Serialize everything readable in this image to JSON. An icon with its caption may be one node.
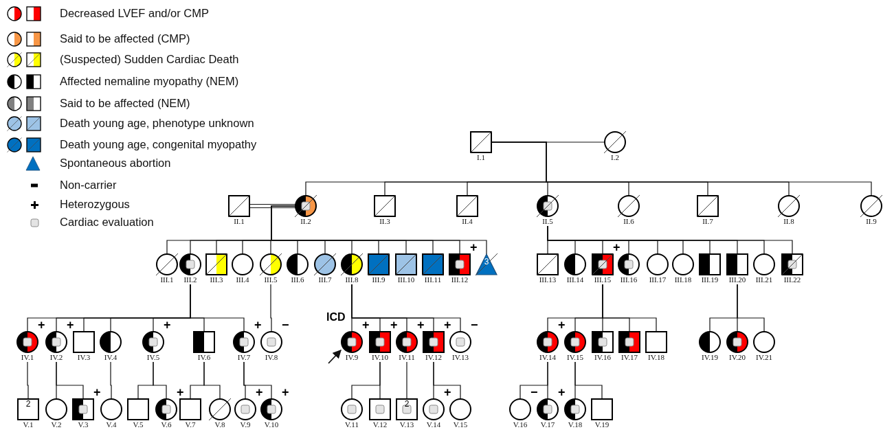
{
  "diagram": {
    "nodes": [
      {
        "text": [],
        "shape": "square",
        "beside": [
          "I.1"
        ]
      },
      {
        "text": [],
        "shape": "circle",
        "beside": [
          "I.2"
        ]
      },
      {
        "text": [],
        "shape": "square",
        "beside": [
          "II.1"
        ]
      },
      {
        "text": [],
        "shape": "circle",
        "beside": [
          "II.2"
        ]
      },
      {
        "text": [],
        "shape": "square",
        "beside": [
          "II.3"
        ]
      },
      {
        "text": [],
        "shape": "square",
        "beside": [
          "II.4"
        ]
      },
      {
        "text": [],
        "shape": "circle",
        "beside": [
          "II.5"
        ]
      },
      {
        "text": [],
        "shape": "circle",
        "beside": [
          "II.6"
        ]
      },
      {
        "text": [],
        "shape": "square",
        "beside": [
          "II.7"
        ]
      },
      {
        "text": [],
        "shape": "circle",
        "beside": [
          "II.8"
        ]
      },
      {
        "text": [],
        "shape": "circle",
        "beside": [
          "II.9"
        ]
      },
      {
        "text": [],
        "shape": "circle",
        "beside": [
          "III.1"
        ]
      },
      {
        "text": [],
        "shape": "circle",
        "beside": [
          "III.2"
        ]
      },
      {
        "text": [],
        "shape": "square",
        "beside": [
          "III.3"
        ]
      },
      {
        "text": [],
        "shape": "circle",
        "beside": [
          "III.4"
        ]
      },
      {
        "text": [],
        "shape": "circle",
        "beside": [
          "III.5"
        ]
      },
      {
        "text": [],
        "shape": "circle",
        "beside": [
          "III.6"
        ]
      },
      {
        "text": [],
        "shape": "circle",
        "beside": [
          "III.7"
        ]
      },
      {
        "text": [],
        "shape": "circle",
        "beside": [
          "III.8"
        ]
      },
      {
        "text": [],
        "shape": "square",
        "beside": [
          "III.9"
        ]
      },
      {
        "text": [],
        "shape": "square",
        "beside": [
          "III.10"
        ]
      },
      {
        "text": [],
        "shape": "square",
        "beside": [
          "III.11"
        ]
      },
      {
        "text": [],
        "shape": "square",
        "beside": [
          "III.12",
          "+"
        ]
      },
      {
        "text": [
          "3"
        ]
      },
      {
        "text": [],
        "shape": "square",
        "beside": [
          "III.13"
        ]
      },
      {
        "text": [],
        "shape": "circle",
        "beside": [
          "III.14"
        ]
      },
      {
        "text": [],
        "shape": "square",
        "beside": [
          "III.15",
          "+"
        ]
      },
      {
        "text": [],
        "shape": "circle",
        "beside": [
          "III.16"
        ]
      },
      {
        "text": [],
        "shape": "circle",
        "beside": [
          "III.17"
        ]
      },
      {
        "text": [],
        "shape": "circle",
        "beside": [
          "III.18"
        ]
      },
      {
        "text": [],
        "shape": "square",
        "beside": [
          "III.19"
        ]
      },
      {
        "text": [],
        "shape": "square",
        "beside": [
          "III.20"
        ]
      },
      {
        "text": [],
        "shape": "circle",
        "beside": [
          "III.21"
        ]
      },
      {
        "text": [],
        "shape": "square",
        "beside": [
          "III.22"
        ]
      },
      {
        "text": [],
        "shape": "circle",
        "beside": [
          "IV.1",
          "+"
        ]
      },
      {
        "text": [],
        "shape": "circle",
        "beside": [
          "IV.2",
          "+"
        ]
      },
      {
        "text": [],
        "shape": "square",
        "beside": [
          "IV.3"
        ]
      },
      {
        "text": [],
        "shape": "circle",
        "beside": [
          "IV.4"
        ]
      },
      {
        "text": [],
        "shape": "circle",
        "beside": [
          "IV.5",
          "+"
        ]
      },
      {
        "text": [],
        "shape": "square",
        "beside": [
          "IV.6"
        ]
      },
      {
        "text": [],
        "shape": "circle",
        "beside": [
          "IV.7",
          "+"
        ]
      },
      {
        "text": [],
        "shape": "circle",
        "beside": [
          "IV.8",
          "−"
        ]
      },
      {
        "text": [],
        "shape": "circle",
        "beside": [
          "IV.9",
          "+",
          "ICD"
        ]
      },
      {
        "text": [],
        "shape": "square",
        "beside": [
          "IV.10",
          "+"
        ]
      },
      {
        "text": [],
        "shape": "circle",
        "beside": [
          "IV.11",
          "+"
        ]
      },
      {
        "text": [],
        "shape": "square",
        "beside": [
          "IV.12",
          "+"
        ]
      },
      {
        "text": [],
        "shape": "circle",
        "beside": [
          "IV.13",
          "−"
        ]
      },
      {
        "text": [],
        "shape": "circle",
        "beside": [
          "IV.14",
          "+"
        ]
      },
      {
        "text": [],
        "shape": "circle",
        "beside": [
          "IV.15"
        ]
      },
      {
        "text": [],
        "shape": "square",
        "beside": [
          "IV.16"
        ]
      },
      {
        "text": [],
        "shape": "square",
        "beside": [
          "IV.17"
        ]
      },
      {
        "text": [],
        "shape": "square",
        "beside": [
          "IV.18"
        ]
      },
      {
        "text": [],
        "shape": "circle",
        "beside": [
          "IV.19"
        ]
      },
      {
        "text": [],
        "shape": "circle",
        "beside": [
          "IV.20"
        ]
      },
      {
        "text": [],
        "shape": "circle",
        "beside": [
          "IV.21"
        ]
      },
      {
        "text": [
          "2"
        ],
        "beside": [
          "V.1"
        ]
      },
      {
        "text": [],
        "shape": "circle",
        "beside": [
          "V.2"
        ]
      },
      {
        "text": [],
        "shape": "square",
        "beside": [
          "V.3",
          "+"
        ]
      },
      {
        "text": [],
        "shape": "circle",
        "beside": [
          "V.4"
        ]
      },
      {
        "text": [],
        "shape": "square",
        "beside": [
          "V.5"
        ]
      },
      {
        "text": [],
        "shape": "circle",
        "beside": [
          "V.6",
          "+"
        ]
      },
      {
        "text": [],
        "shape": "square",
        "beside": [
          "V.7"
        ]
      },
      {
        "text": [],
        "shape": "circle",
        "beside": [
          "V.8"
        ]
      },
      {
        "text": [],
        "shape": "circle",
        "beside": [
          "V.9",
          "+"
        ]
      },
      {
        "text": [],
        "shape": "circle",
        "beside": [
          "V.10",
          "+"
        ]
      },
      {
        "text": [],
        "shape": "circle",
        "beside": [
          "V.11"
        ]
      },
      {
        "text": [],
        "shape": "square",
        "beside": [
          "V.12"
        ]
      },
      {
        "text": [
          "2"
        ],
        "beside": [
          "V.13"
        ]
      },
      {
        "text": [],
        "shape": "circle",
        "beside": [
          "V.14",
          "+"
        ]
      },
      {
        "text": [],
        "shape": "circle",
        "beside": [
          "V.15"
        ]
      },
      {
        "text": [],
        "shape": "circle",
        "beside": [
          "V.16",
          "−"
        ]
      },
      {
        "text": [],
        "shape": "circle",
        "beside": [
          "V.17",
          "+"
        ]
      },
      {
        "text": [],
        "shape": "circle",
        "beside": [
          "V.18"
        ]
      },
      {
        "text": [],
        "shape": "square",
        "beside": [
          "V.19"
        ]
      }
    ],
    "edges": [
      {
        "from": 0,
        "to": 1,
        "arrow": "none"
      },
      {
        "from": 2,
        "to": 3,
        "arrow": "none"
      },
      {
        "from": 0,
        "to": 3,
        "arrow": "none"
      },
      {
        "from": 0,
        "to": 4,
        "arrow": "none"
      },
      {
        "from": 0,
        "to": 5,
        "arrow": "none"
      },
      {
        "from": 0,
        "to": 6,
        "arrow": "none"
      },
      {
        "from": 0,
        "to": 7,
        "arrow": "none"
      },
      {
        "from": 0,
        "to": 8,
        "arrow": "none"
      },
      {
        "from": 0,
        "to": 9,
        "arrow": "none"
      },
      {
        "from": 0,
        "to": 10,
        "arrow": "none"
      },
      {
        "from": 3,
        "to": 11,
        "arrow": "none"
      },
      {
        "from": 3,
        "to": 12,
        "arrow": "none"
      },
      {
        "from": 3,
        "to": 13,
        "arrow": "none"
      },
      {
        "from": 3,
        "to": 14,
        "arrow": "none"
      },
      {
        "from": 3,
        "to": 15,
        "arrow": "none"
      },
      {
        "from": 3,
        "to": 16,
        "arrow": "none"
      },
      {
        "from": 3,
        "to": 17,
        "arrow": "none"
      },
      {
        "from": 3,
        "to": 18,
        "arrow": "none"
      },
      {
        "from": 3,
        "to": 19,
        "arrow": "none"
      },
      {
        "from": 3,
        "to": 20,
        "arrow": "none"
      },
      {
        "from": 3,
        "to": 21,
        "arrow": "none"
      },
      {
        "from": 3,
        "to": 22,
        "arrow": "none"
      },
      {
        "from": 3,
        "to": 23,
        "arrow": "none"
      },
      {
        "from": 6,
        "to": 24,
        "arrow": "none"
      },
      {
        "from": 6,
        "to": 25,
        "arrow": "none"
      },
      {
        "from": 6,
        "to": 26,
        "arrow": "none"
      },
      {
        "from": 6,
        "to": 27,
        "arrow": "none"
      },
      {
        "from": 6,
        "to": 28,
        "arrow": "none"
      },
      {
        "from": 6,
        "to": 29,
        "arrow": "none"
      },
      {
        "from": 6,
        "to": 30,
        "arrow": "none"
      },
      {
        "from": 6,
        "to": 31,
        "arrow": "none"
      },
      {
        "from": 6,
        "to": 32,
        "arrow": "none"
      },
      {
        "from": 6,
        "to": 33,
        "arrow": "none"
      },
      {
        "from": 12,
        "to": 34,
        "arrow": "none"
      },
      {
        "from": 12,
        "to": 35,
        "arrow": "none"
      },
      {
        "from": 12,
        "to": 36,
        "arrow": "none"
      },
      {
        "from": 12,
        "to": 37,
        "arrow": "none"
      },
      {
        "from": 12,
        "to": 38,
        "arrow": "none"
      },
      {
        "from": 12,
        "to": 39,
        "arrow": "none"
      },
      {
        "from": 12,
        "to": 40,
        "arrow": "none"
      },
      {
        "from": 15,
        "to": 41,
        "arrow": "none"
      },
      {
        "from": 18,
        "to": 42,
        "arrow": "none"
      },
      {
        "from": 18,
        "to": 43,
        "arrow": "none"
      },
      {
        "from": 18,
        "to": 44,
        "arrow": "none"
      },
      {
        "from": 18,
        "to": 45,
        "arrow": "none"
      },
      {
        "from": 18,
        "to": 46,
        "arrow": "none"
      },
      {
        "from": 26,
        "to": 47,
        "arrow": "none"
      },
      {
        "from": 26,
        "to": 48,
        "arrow": "none"
      },
      {
        "from": 26,
        "to": 49,
        "arrow": "none"
      },
      {
        "from": 26,
        "to": 50,
        "arrow": "none"
      },
      {
        "from": 26,
        "to": 51,
        "arrow": "none"
      },
      {
        "from": 31,
        "to": 52,
        "arrow": "none"
      },
      {
        "from": 31,
        "to": 53,
        "arrow": "none"
      },
      {
        "from": 31,
        "to": 54,
        "arrow": "none"
      },
      {
        "from": 34,
        "to": 55,
        "arrow": "none"
      },
      {
        "from": 35,
        "to": 56,
        "arrow": "none"
      },
      {
        "from": 35,
        "to": 57,
        "arrow": "none"
      },
      {
        "from": 37,
        "to": 58,
        "arrow": "none"
      },
      {
        "from": 38,
        "to": 59,
        "arrow": "none"
      },
      {
        "from": 38,
        "to": 60,
        "arrow": "none"
      },
      {
        "from": 39,
        "to": 61,
        "arrow": "none"
      },
      {
        "from": 39,
        "to": 62,
        "arrow": "none"
      },
      {
        "from": 40,
        "to": 63,
        "arrow": "none"
      },
      {
        "from": 40,
        "to": 64,
        "arrow": "none"
      },
      {
        "from": 43,
        "to": 65,
        "arrow": "none"
      },
      {
        "from": 43,
        "to": 66,
        "arrow": "none"
      },
      {
        "from": 44,
        "to": 67,
        "arrow": "none"
      },
      {
        "from": 45,
        "to": 68,
        "arrow": "none"
      },
      {
        "from": 45,
        "to": 69,
        "arrow": "none"
      },
      {
        "from": 47,
        "to": 70,
        "arrow": "none"
      },
      {
        "from": 47,
        "to": 71,
        "arrow": "none"
      },
      {
        "from": 48,
        "to": 72,
        "arrow": "none"
      },
      {
        "from": 48,
        "to": 73,
        "arrow": "none"
      },
      {
        "from": null,
        "to": 42,
        "arrow": "to"
      }
    ],
    "legend": [
      {
        "text": "Decreased LVEF and/or CMP"
      },
      {
        "text": "Said to be affected (CMP)"
      },
      {
        "text": "(Suspected) Sudden Cardiac Death"
      },
      {
        "text": "Affected nemaline myopathy (NEM)"
      },
      {
        "text": "Said to be affected (NEM)"
      },
      {
        "text": "Death young age, phenotype unknown"
      },
      {
        "text": "Death young age, congenital myopathy"
      },
      {
        "text": "Spontaneous abortion"
      },
      {
        "text": "Non-carrier"
      },
      {
        "text": "Heterozygous"
      },
      {
        "text": "Cardiac evaluation"
      }
    ]
  }
}
